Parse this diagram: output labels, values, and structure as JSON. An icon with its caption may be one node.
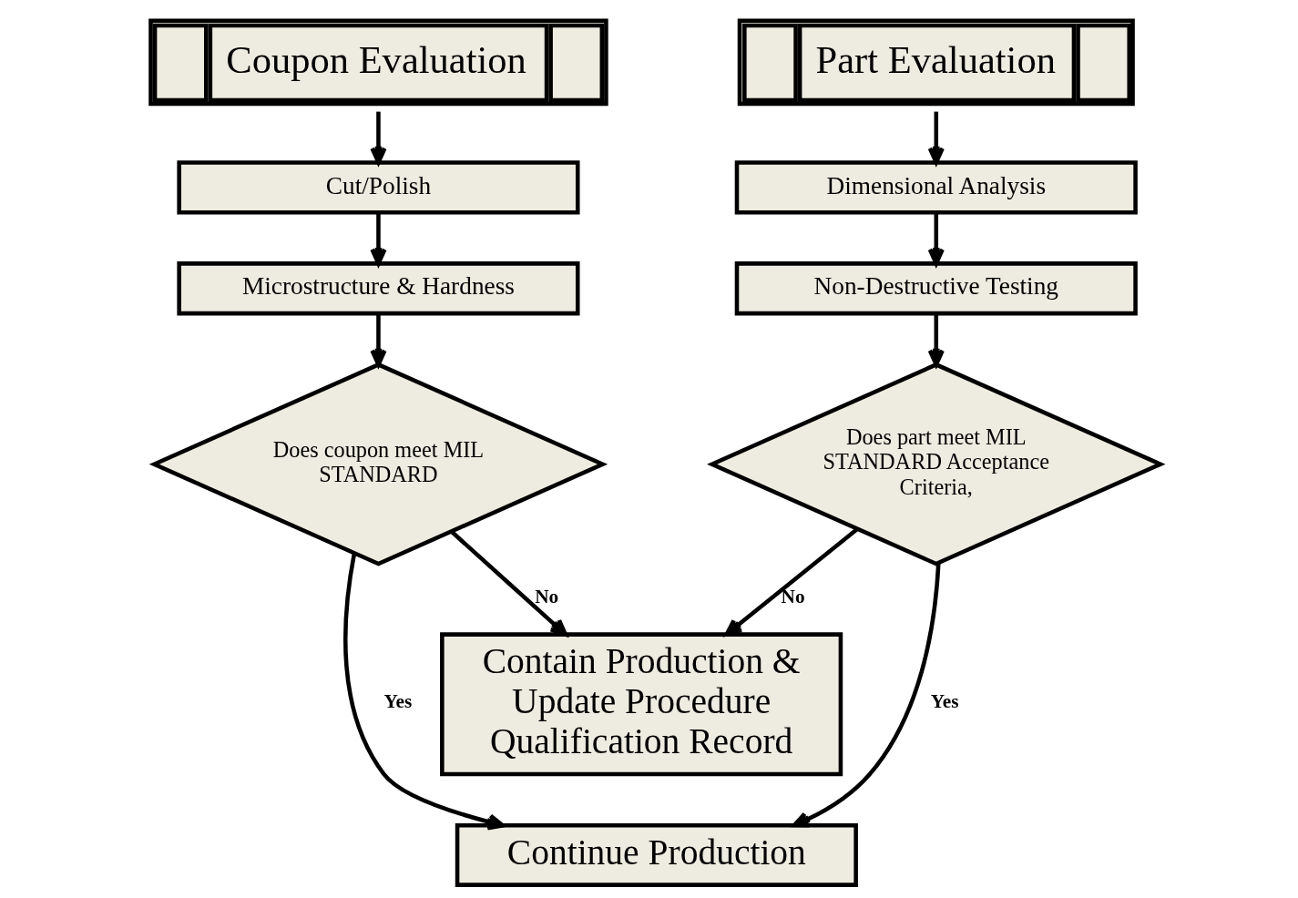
{
  "diagram": {
    "nodes": [
      {
        "text": [
          "Coupon Evaluation"
        ]
      },
      {
        "text": [
          "Cut/Polish"
        ]
      },
      {
        "text": [
          "Microstructure & Hardness"
        ]
      },
      {
        "text": [
          "Does coupon meet MIL STANDARD"
        ]
      },
      {
        "text": [
          "Part Evaluation"
        ]
      },
      {
        "text": [
          "Dimensional Analysis"
        ]
      },
      {
        "text": [
          "Non-Destructive Testing"
        ]
      },
      {
        "text": [
          "Does part meet MIL STANDARD Acceptance Criteria,"
        ]
      },
      {
        "text": [
          "Contain Production & Update Procedure Qualification Record"
        ]
      },
      {
        "text": [
          "Continue Production"
        ]
      }
    ],
    "edges": [
      {
        "from": 0,
        "to": 1,
        "arrow": "to"
      },
      {
        "from": 1,
        "to": 2,
        "arrow": "to"
      },
      {
        "from": 2,
        "to": 3,
        "arrow": "to"
      },
      {
        "from": 4,
        "to": 5,
        "arrow": "to"
      },
      {
        "from": 5,
        "to": 6,
        "arrow": "to"
      },
      {
        "from": 6,
        "to": 7,
        "arrow": "to"
      },
      {
        "from": 3,
        "to": 8,
        "label": "No",
        "arrow": "to"
      },
      {
        "from": 7,
        "to": 8,
        "label": "No",
        "arrow": "to"
      },
      {
        "from": 3,
        "to": 9,
        "label": "Yes",
        "arrow": "to"
      },
      {
        "from": 7,
        "to": 9,
        "label": "Yes",
        "arrow": "to"
      }
    ]
  }
}
